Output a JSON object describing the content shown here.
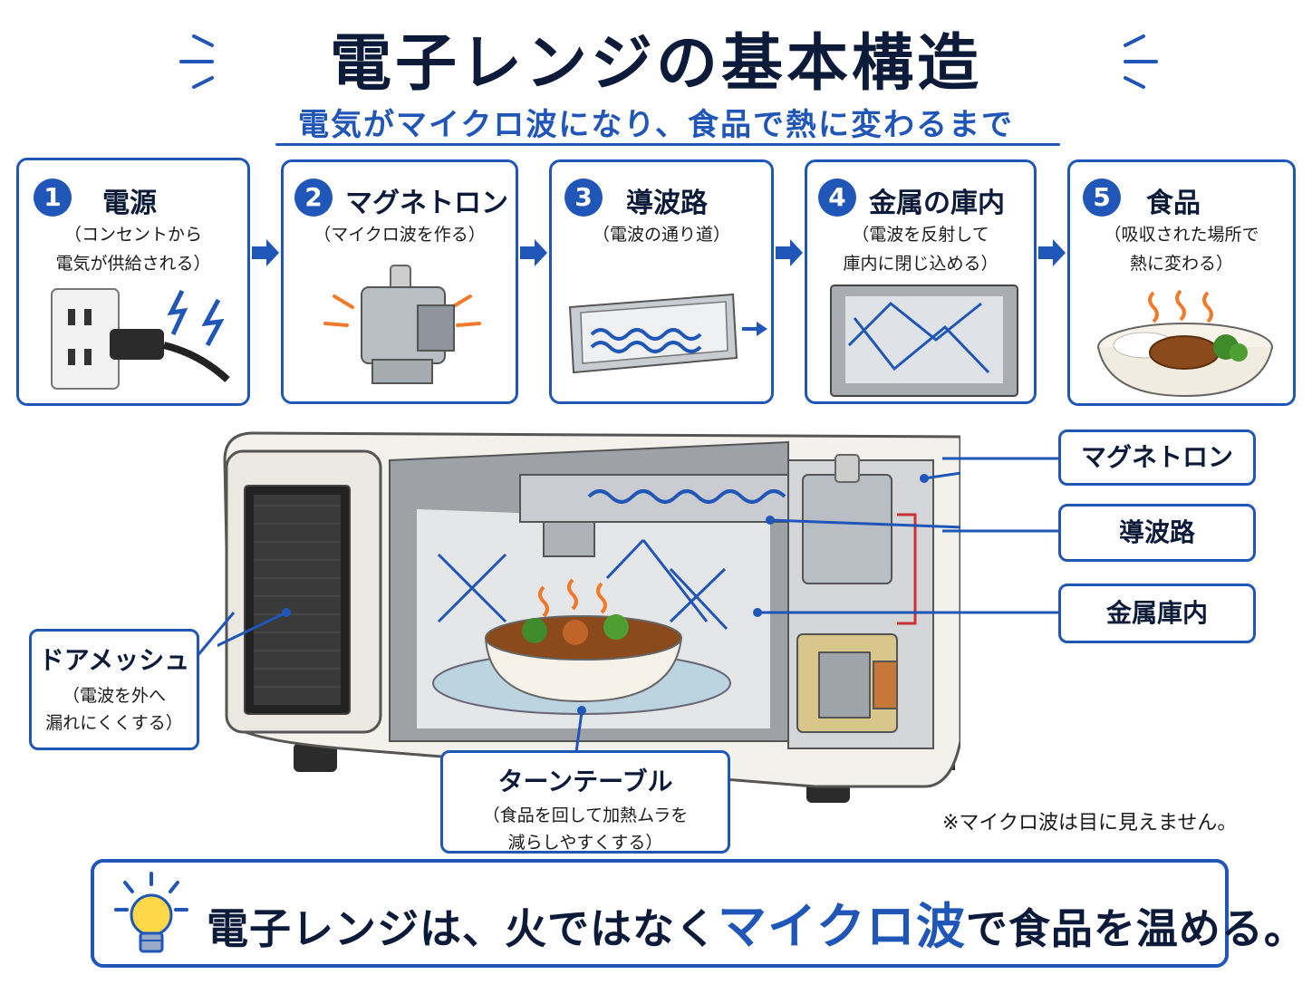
{
  "header": {
    "title": "電子レンジの基本構造",
    "subtitle": "電気がマイクロ波になり、食品で熱に変わるまで"
  },
  "steps": [
    {
      "number": "1",
      "title": "電源",
      "desc_line1": "（コンセントから",
      "desc_line2": "電気が供給される）"
    },
    {
      "number": "2",
      "title": "マグネトロン",
      "desc_line1": "（マイクロ波を作る）",
      "desc_line2": ""
    },
    {
      "number": "3",
      "title": "導波路",
      "desc_line1": "（電波の通り道）",
      "desc_line2": ""
    },
    {
      "number": "4",
      "title": "金属の庫内",
      "desc_line1": "（電波を反射して",
      "desc_line2": "庫内に閉じ込める）"
    },
    {
      "number": "5",
      "title": "食品",
      "desc_line1": "（吸収された場所で",
      "desc_line2": "熱に変わる）"
    }
  ],
  "callouts": {
    "magnetron": "マグネトロン",
    "waveguide": "導波路",
    "cavity": "金属庫内",
    "door_mesh": {
      "title": "ドアメッシュ",
      "desc_line1": "（電波を外へ",
      "desc_line2": "漏れにくくする）"
    },
    "turntable": {
      "title": "ターンテーブル",
      "desc_line1": "（食品を回して加熱ムラを",
      "desc_line2": "減らしやすくする）"
    }
  },
  "note": "※マイクロ波は目に見えません。",
  "summary": {
    "before": "電子レンジは、火ではなく",
    "highlight": "マイクロ波",
    "after": "で食品を温める。"
  },
  "colors": {
    "accent": "#1f56b8",
    "text": "#0d1b3a",
    "heat": "#f07a2a"
  }
}
